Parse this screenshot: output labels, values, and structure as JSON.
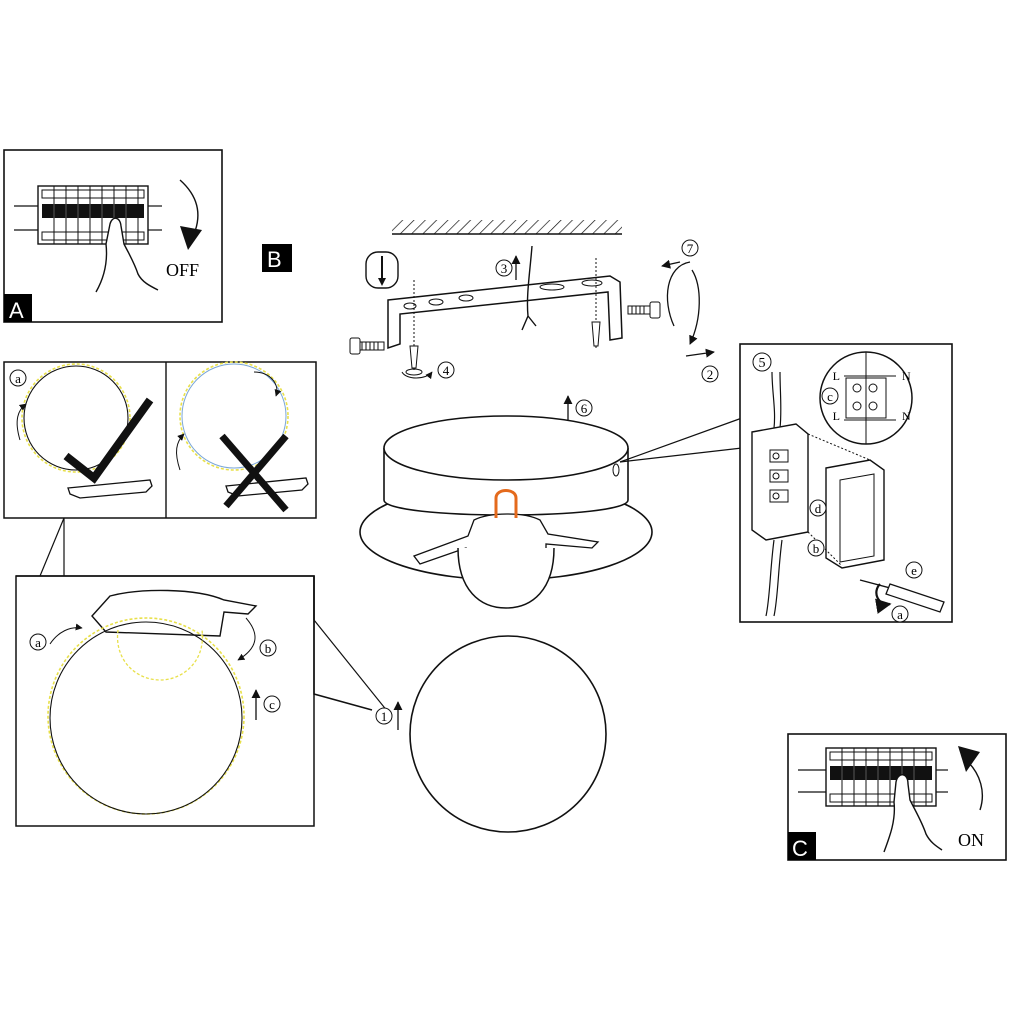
{
  "panels": {
    "A": {
      "letter": "A",
      "state": "OFF"
    },
    "B": {
      "letter": "B"
    },
    "C": {
      "letter": "C",
      "state": "ON"
    }
  },
  "steps": {
    "s1": "1",
    "s2": "2",
    "s3": "3",
    "s4": "4",
    "s5": "5",
    "s6": "6",
    "s7": "7"
  },
  "sub_labels": {
    "a": "a",
    "b": "b",
    "c": "c",
    "d": "d",
    "e": "e"
  },
  "terminals": {
    "L1": "L",
    "N1": "N",
    "L2": "L",
    "N2": "N"
  },
  "colors": {
    "line": "#111111",
    "glass_yellow": "#e8e04a",
    "bracket_orange": "#e46a1c",
    "badge_bg": "#000000",
    "badge_fg": "#ffffff"
  }
}
